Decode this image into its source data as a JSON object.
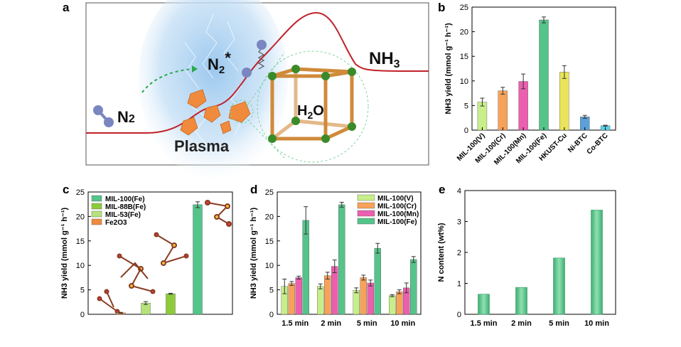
{
  "panel_labels": {
    "a": "a",
    "b": "b",
    "c": "c",
    "d": "d",
    "e": "e"
  },
  "schematic": {
    "n2_left": "N2",
    "n2_excited": "N2*",
    "nh3": "NH3",
    "h2o": "H2O",
    "plasma": "Plasma"
  },
  "colors": {
    "v": "#c8ee8a",
    "cr": "#f7a25a",
    "mn": "#ec5fae",
    "fe": "#55c48a",
    "cu": "#e9e45a",
    "ni": "#5ba0d8",
    "co": "#5bd0ea",
    "mil88": "#8ecb3a",
    "mil53": "#b5e37a",
    "fe2o3": "#f08a3c",
    "curve": "#c0222a",
    "framework": "#d08a3a",
    "node": "#3a8a2a"
  },
  "chart_data": [
    {
      "panel": "b",
      "type": "bar",
      "ylabel": "NH3 yield (mmol g⁻¹ h⁻¹)",
      "ylim": [
        0,
        25
      ],
      "yticks": [
        "0",
        "5",
        "10",
        "15",
        "20",
        "25"
      ],
      "categories": [
        "MIL-100(V)",
        "MIL-100(Cr)",
        "MIL-100(Mn)",
        "MIL-100(Fe)",
        "HKUST-Cu",
        "Ni-BTC",
        "Co-BTC"
      ],
      "values": [
        5.7,
        8.0,
        9.9,
        22.4,
        11.8,
        2.7,
        0.9
      ],
      "errors": [
        0.8,
        0.7,
        1.5,
        0.6,
        1.3,
        0.3,
        0.1
      ]
    },
    {
      "panel": "c",
      "type": "bar",
      "ylabel": "NH3 yield (mmol g⁻¹ h⁻¹)",
      "ylim": [
        0,
        25
      ],
      "yticks": [
        "0",
        "5",
        "10",
        "15",
        "20",
        "25"
      ],
      "legend": [
        "MIL-100(Fe)",
        "MIL-88B(Fe)",
        "MIL-53(Fe)",
        "Fe2O3"
      ],
      "categories": [
        "Fe2O3",
        "MIL-53(Fe)",
        "MIL-88B(Fe)",
        "MIL-100(Fe)"
      ],
      "values": [
        0.3,
        2.3,
        4.2,
        22.4
      ],
      "errors": [
        0.1,
        0.3,
        0.1,
        0.6
      ]
    },
    {
      "panel": "d",
      "type": "bar",
      "ylabel": "NH3 yield (mmol g⁻¹ h⁻¹)",
      "ylim": [
        0,
        25
      ],
      "yticks": [
        "0",
        "5",
        "10",
        "15",
        "20",
        "25"
      ],
      "categories": [
        "1.5 min",
        "2 min",
        "5 min",
        "10 min"
      ],
      "series": [
        {
          "name": "MIL-100(V)",
          "values": [
            5.7,
            5.7,
            4.9,
            3.8
          ],
          "errors": [
            1.5,
            0.5,
            0.5,
            0.2
          ]
        },
        {
          "name": "MIL-100(Cr)",
          "values": [
            6.3,
            7.9,
            7.5,
            4.6
          ],
          "errors": [
            0.4,
            0.7,
            0.5,
            0.4
          ]
        },
        {
          "name": "MIL-100(Mn)",
          "values": [
            7.5,
            9.8,
            6.4,
            5.4
          ],
          "errors": [
            0.3,
            1.3,
            0.6,
            1.0
          ]
        },
        {
          "name": "MIL-100(Fe)",
          "values": [
            19.2,
            22.4,
            13.5,
            11.2
          ],
          "errors": [
            2.8,
            0.5,
            1.0,
            0.6
          ]
        }
      ]
    },
    {
      "panel": "e",
      "type": "bar",
      "ylabel": "N content (wt%)",
      "ylim": [
        0,
        4
      ],
      "yticks": [
        "0",
        "1",
        "2",
        "3",
        "4"
      ],
      "categories": [
        "1.5 min",
        "2 min",
        "5 min",
        "10 min"
      ],
      "values": [
        0.65,
        0.87,
        1.82,
        3.37
      ]
    }
  ]
}
